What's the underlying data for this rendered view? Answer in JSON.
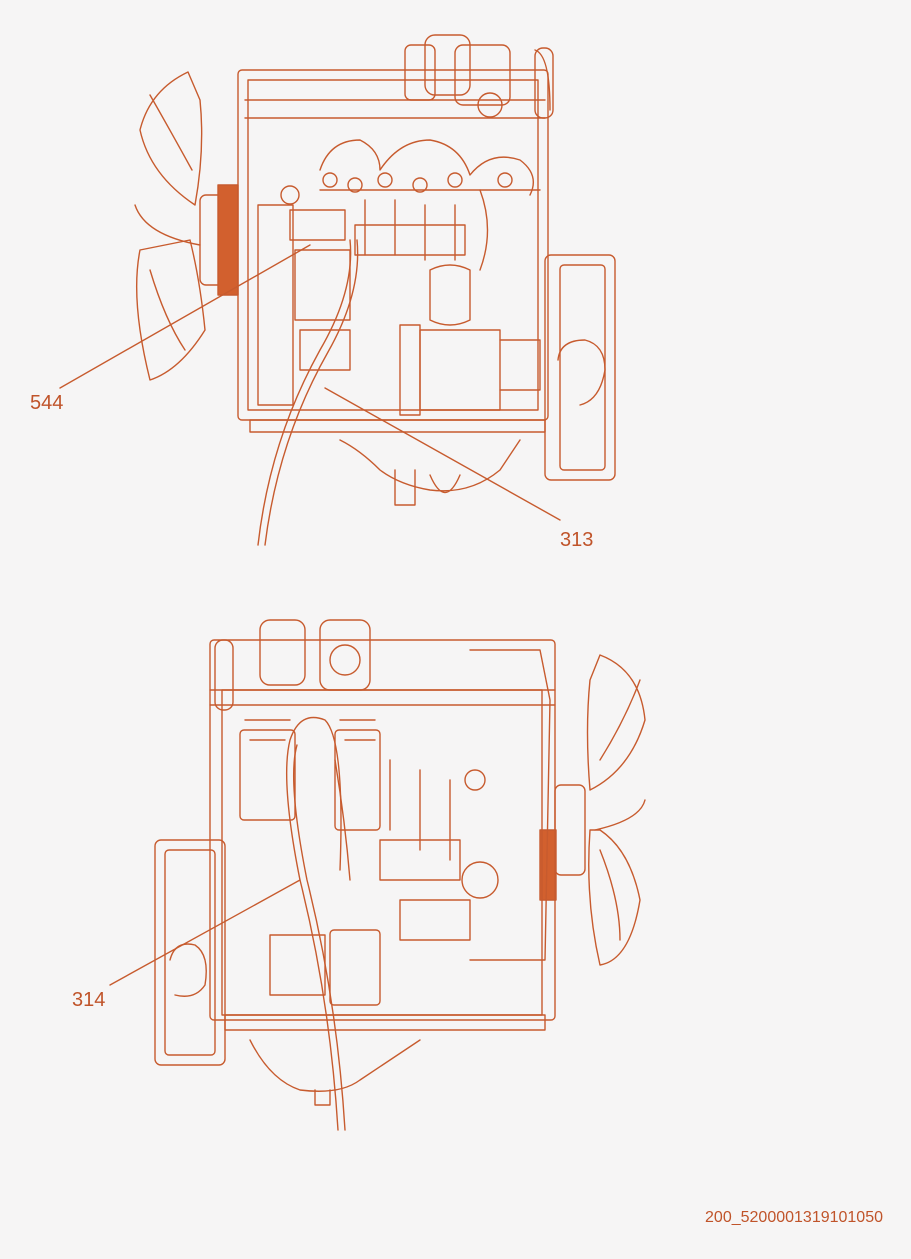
{
  "callouts": {
    "c544": "544",
    "c313": "313",
    "c314": "314"
  },
  "reference_code": "200_5200001319101050",
  "colors": {
    "line": "#c75b2e",
    "accent": "#d2602e",
    "label": "#c0542a",
    "background": "#f6f5f5"
  }
}
